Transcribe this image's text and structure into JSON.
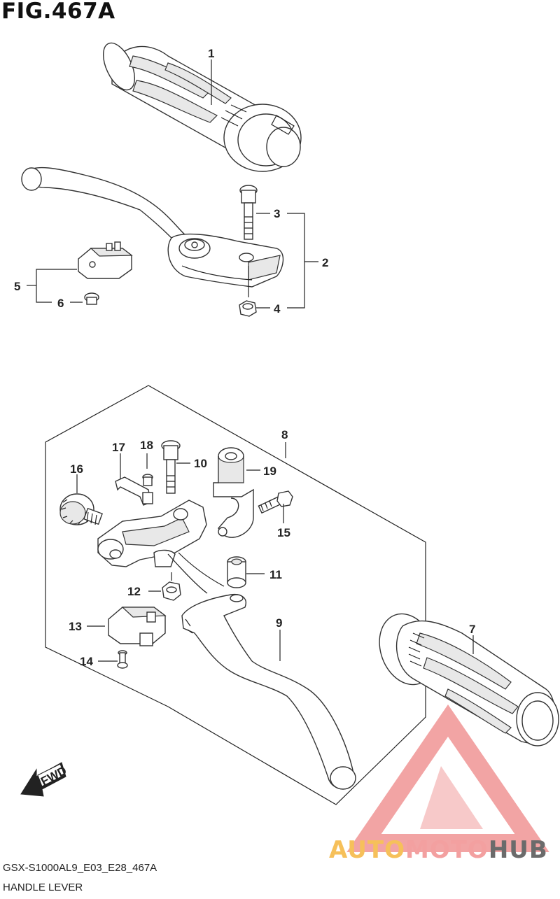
{
  "figure": {
    "title": "FIG.467A",
    "model_code": "GSX-S1000AL9_E03_E28_467A",
    "name": "HANDLE LEVER"
  },
  "direction_badge": "FWD",
  "watermark": {
    "auto": "AUTO",
    "moto": "MOTO",
    "hub": "HUB"
  },
  "callouts": {
    "c1": "1",
    "c2": "2",
    "c3": "3",
    "c4": "4",
    "c5": "5",
    "c6": "6",
    "c7": "7",
    "c8": "8",
    "c9": "9",
    "c10": "10",
    "c11": "11",
    "c12": "12",
    "c13": "13",
    "c14": "14",
    "c15": "15",
    "c16": "16",
    "c17": "17",
    "c18": "18",
    "c19": "19"
  },
  "colors": {
    "watermark_red": "#e85a5a",
    "watermark_yellow": "#f6c05a",
    "watermark_gray": "#6b6b6b"
  }
}
